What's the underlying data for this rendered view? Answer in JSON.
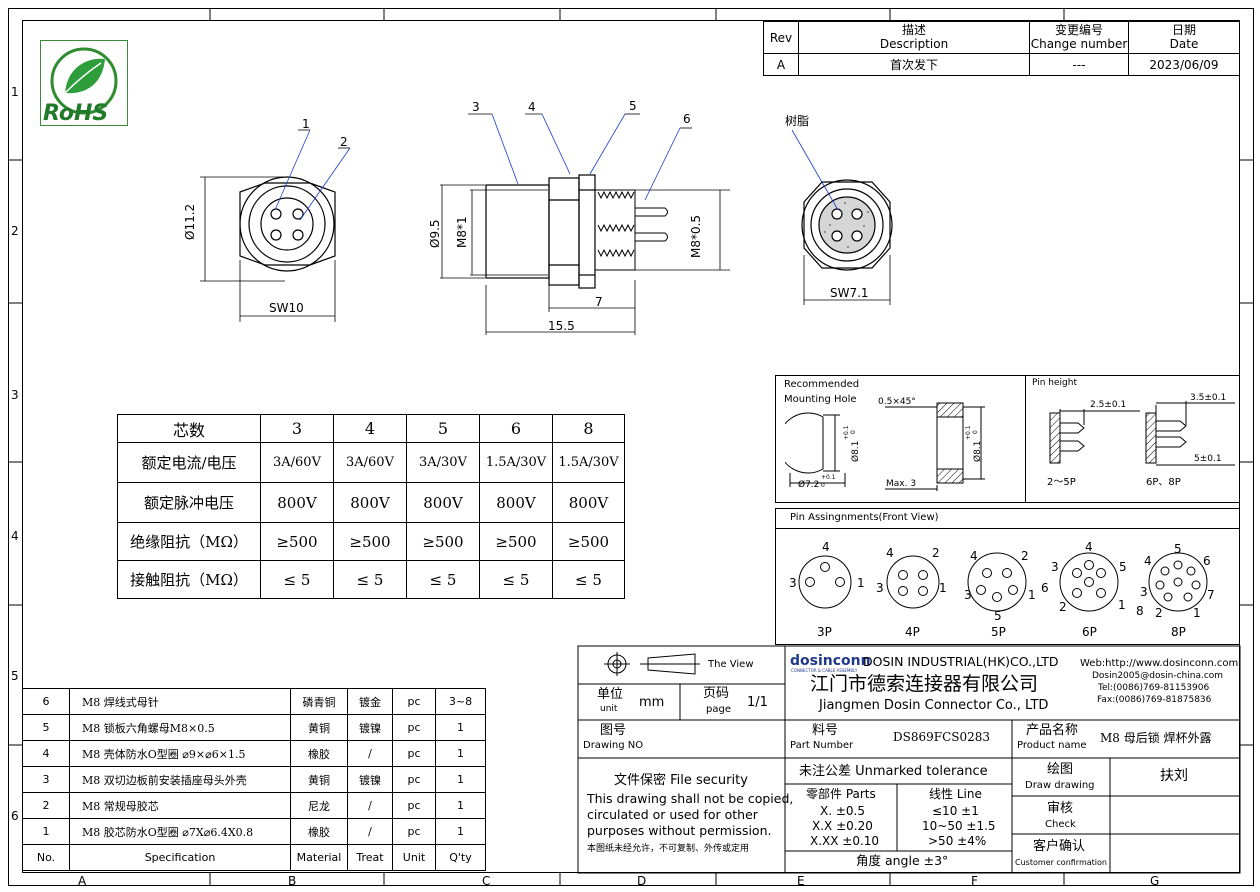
{
  "grid": {
    "columns": [
      "A",
      "B",
      "C",
      "D",
      "E",
      "F",
      "G"
    ],
    "rows": [
      "1",
      "2",
      "3",
      "4",
      "5",
      "6"
    ]
  },
  "rohs": {
    "label": "RoHS"
  },
  "revision": {
    "headers": [
      {
        "cn": "Rev",
        "en": ""
      },
      {
        "cn": "描述",
        "en": "Description"
      },
      {
        "cn": "变更编号",
        "en": "Change number"
      },
      {
        "cn": "日期",
        "en": "Date"
      }
    ],
    "rows": [
      {
        "rev": "A",
        "desc": "首次发下",
        "change": "---",
        "date": "2023/06/09"
      }
    ]
  },
  "drawing": {
    "front_view": {
      "callout_1": "1",
      "callout_2": "2",
      "dia": "Ø11.2",
      "sw": "SW10"
    },
    "side_view": {
      "callout_3": "3",
      "callout_4": "4",
      "callout_5": "5",
      "callout_6": "6",
      "dia": "Ø9.5",
      "thread1": "M8*1",
      "thread2": "M8*0.5",
      "len_short": "7",
      "len_total": "15.5"
    },
    "rear_view": {
      "resin": "树脂",
      "sw": "SW7.1"
    }
  },
  "spec_table": {
    "header": {
      "label": "芯数",
      "counts": [
        "3",
        "4",
        "5",
        "6",
        "8"
      ]
    },
    "rows": [
      {
        "label": "额定电流/电压",
        "values": [
          "3A/60V",
          "3A/60V",
          "3A/30V",
          "1.5A/30V",
          "1.5A/30V"
        ]
      },
      {
        "label": "额定脉冲电压",
        "values": [
          "800V",
          "800V",
          "800V",
          "800V",
          "800V"
        ]
      },
      {
        "label": "绝缘阻抗（MΩ）",
        "values": [
          "≥500",
          "≥500",
          "≥500",
          "≥500",
          "≥500"
        ]
      },
      {
        "label": "接触阻抗（MΩ）",
        "values": [
          "≤ 5",
          "≤ 5",
          "≤ 5",
          "≤ 5",
          "≤ 5"
        ]
      }
    ]
  },
  "mounting": {
    "title1": "Recommended",
    "title2": "Mounting  Hole",
    "chamfer": "0.5×45°",
    "dia_hole": "Ø7.2",
    "tol_hole_up": "+0.1",
    "tol_hole_dn": "0",
    "dia_flat": "Ø8.1",
    "tol_flat_up": "+0.1",
    "tol_flat_dn": "0",
    "max": "Max. 3"
  },
  "pin_height": {
    "title": "Pin   height",
    "dim_a": "2.5±0.1",
    "dim_b": "3.5±0.1",
    "dim_c": "5±0.1",
    "label_a": "2～5P",
    "label_b": "6P、8P"
  },
  "pin_assign": {
    "title": "Pin Assingnments(Front View)",
    "layouts": [
      {
        "label": "3P",
        "nums": [
          "4",
          "3",
          "1"
        ]
      },
      {
        "label": "4P",
        "nums": [
          "4",
          "2",
          "3",
          "1"
        ]
      },
      {
        "label": "5P",
        "nums": [
          "4",
          "2",
          "3",
          "1",
          "5"
        ]
      },
      {
        "label": "6P",
        "nums": [
          "3",
          "4",
          "5",
          "6",
          "1",
          "2"
        ]
      },
      {
        "label": "8P",
        "nums": [
          "5",
          "4",
          "6",
          "3",
          "7",
          "8",
          "2",
          "1"
        ]
      }
    ]
  },
  "view_label": "The View",
  "company": {
    "brand": "dosinconn",
    "brand_sub": "CONNECTOR & CABLE ASSEMBLY",
    "name_en_hk": "DOSIN INDUSTRIAL(HK)CO.,LTD",
    "name_cn": "江门市德索连接器有限公司",
    "name_en": "Jiangmen Dosin Connector Co., LTD",
    "web": "Web:http://www.dosinconn.com",
    "email": "Dosin2005@dosin-china.com",
    "tel": "Tel:(0086)769-81153906",
    "fax": "Fax:(0086)769-81875836"
  },
  "title_block": {
    "unit_cn": "单位",
    "unit_en": "unit",
    "unit_val": "mm",
    "page_cn": "页码",
    "page_en": "page",
    "page_val": "1/1",
    "drawing_no_cn": "图号",
    "drawing_no_en": "Drawing NO",
    "part_no_cn": "料号",
    "part_no_en": "Part Number",
    "part_no_val": "DS869FCS0283",
    "product_cn": "产品名称",
    "product_en": "Product name",
    "product_val": "M8 母后锁 焊杯外露",
    "security_title": "文件保密  File security",
    "security_l1": "This drawing shall not be copied,",
    "security_l2": "circulated or used for other",
    "security_l3": "purposes without permission.",
    "security_cn": "本图纸未经允许，不可复制、外传或定用",
    "tol_title": "未注公差 Unmarked tolerance",
    "parts_title": "零部件 Parts",
    "parts_rows": [
      "X.  ±0.5",
      "X.X  ±0.20",
      "X.XX  ±0.10"
    ],
    "line_title": "线性 Line",
    "line_rows": [
      "≤10  ±1",
      "10~50  ±1.5",
      ">50  ±4%"
    ],
    "angle": "角度 angle  ±3°",
    "draw_cn": "绘图",
    "draw_en": "Draw drawing",
    "draw_val": "扶刘",
    "check_cn": "审核",
    "check_en": "Check",
    "cust_cn": "客户确认",
    "cust_en": "Customer confirmation"
  },
  "bom": {
    "headers": [
      "No.",
      "Specification",
      "Material",
      "Treat",
      "Unit",
      "Q'ty"
    ],
    "rows": [
      {
        "no": "6",
        "spec": "M8 焊线式母针",
        "mat": "磷青铜",
        "treat": "镀金",
        "unit": "pc",
        "qty": "3~8"
      },
      {
        "no": "5",
        "spec": "M8 锁板六角螺母M8×0.5",
        "mat": "黄铜",
        "treat": "镀镍",
        "unit": "pc",
        "qty": "1"
      },
      {
        "no": "4",
        "spec": "M8 壳体防水O型圈 ⌀9×⌀6×1.5",
        "mat": "橡胶",
        "treat": "/",
        "unit": "pc",
        "qty": "1"
      },
      {
        "no": "3",
        "spec": "M8 双切边板前安装插座母头外壳",
        "mat": "黄铜",
        "treat": "镀镍",
        "unit": "pc",
        "qty": "1"
      },
      {
        "no": "2",
        "spec": "M8 常规母胶芯",
        "mat": "尼龙",
        "treat": "/",
        "unit": "pc",
        "qty": "1"
      },
      {
        "no": "1",
        "spec": "M8 胶芯防水O型圈 ⌀7X⌀6.4X0.8",
        "mat": "橡胶",
        "treat": "/",
        "unit": "pc",
        "qty": "1"
      }
    ]
  }
}
